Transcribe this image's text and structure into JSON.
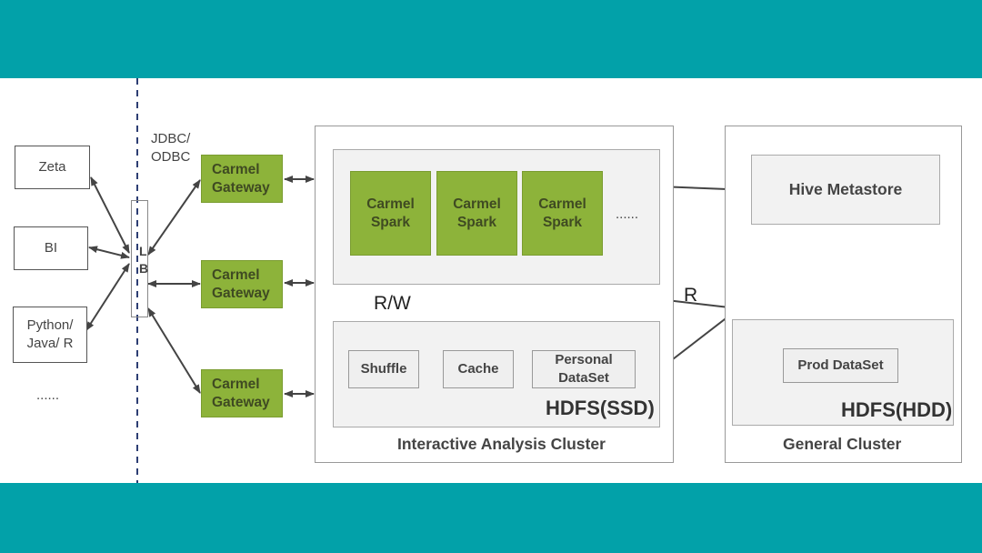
{
  "colors": {
    "band": "#02a1a9",
    "green": "#8db33a",
    "arrow": "#444444"
  },
  "clients": [
    "Zeta",
    "BI",
    "Python/\nJava/ R",
    "......"
  ],
  "network": {
    "protocol_label": "JDBC/\nODBC",
    "lb_label": "L\nB"
  },
  "gateways": [
    "Carmel\nGateway",
    "Carmel\nGateway",
    "Carmel\nGateway"
  ],
  "interactive_cluster": {
    "title": "Interactive Analysis Cluster",
    "spark_nodes": [
      "Carmel\nSpark",
      "Carmel\nSpark",
      "Carmel\nSpark"
    ],
    "spark_more": "......",
    "storage_label": "HDFS(SSD)",
    "storage_items": [
      "Shuffle",
      "Cache",
      "Personal\nDataSet"
    ],
    "rw_label": "R/W"
  },
  "general_cluster": {
    "title": "General Cluster",
    "metastore": "Hive Metastore",
    "storage_label": "HDFS(HDD)",
    "storage_items": [
      "Prod DataSet"
    ]
  },
  "read_label": "R"
}
